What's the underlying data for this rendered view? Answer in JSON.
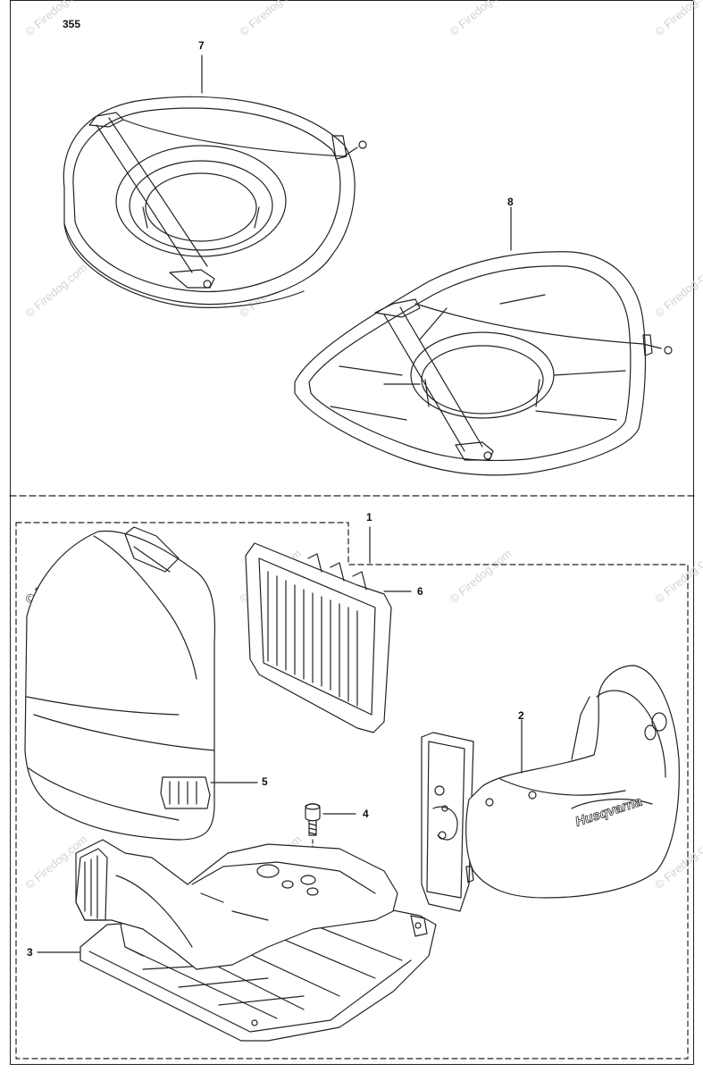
{
  "page_number": "355",
  "watermark": {
    "text": "© Firedog.com",
    "main": "© Firedog.com"
  },
  "callouts": {
    "c1": "1",
    "c2": "2",
    "c3": "3",
    "c4": "4",
    "c5": "5",
    "c6": "6",
    "c7": "7",
    "c8": "8"
  },
  "brand_text": "Husqvarna",
  "colors": {
    "line": "#222222",
    "shade": "#e6e6e6",
    "watermark": "#d2d2d2"
  }
}
